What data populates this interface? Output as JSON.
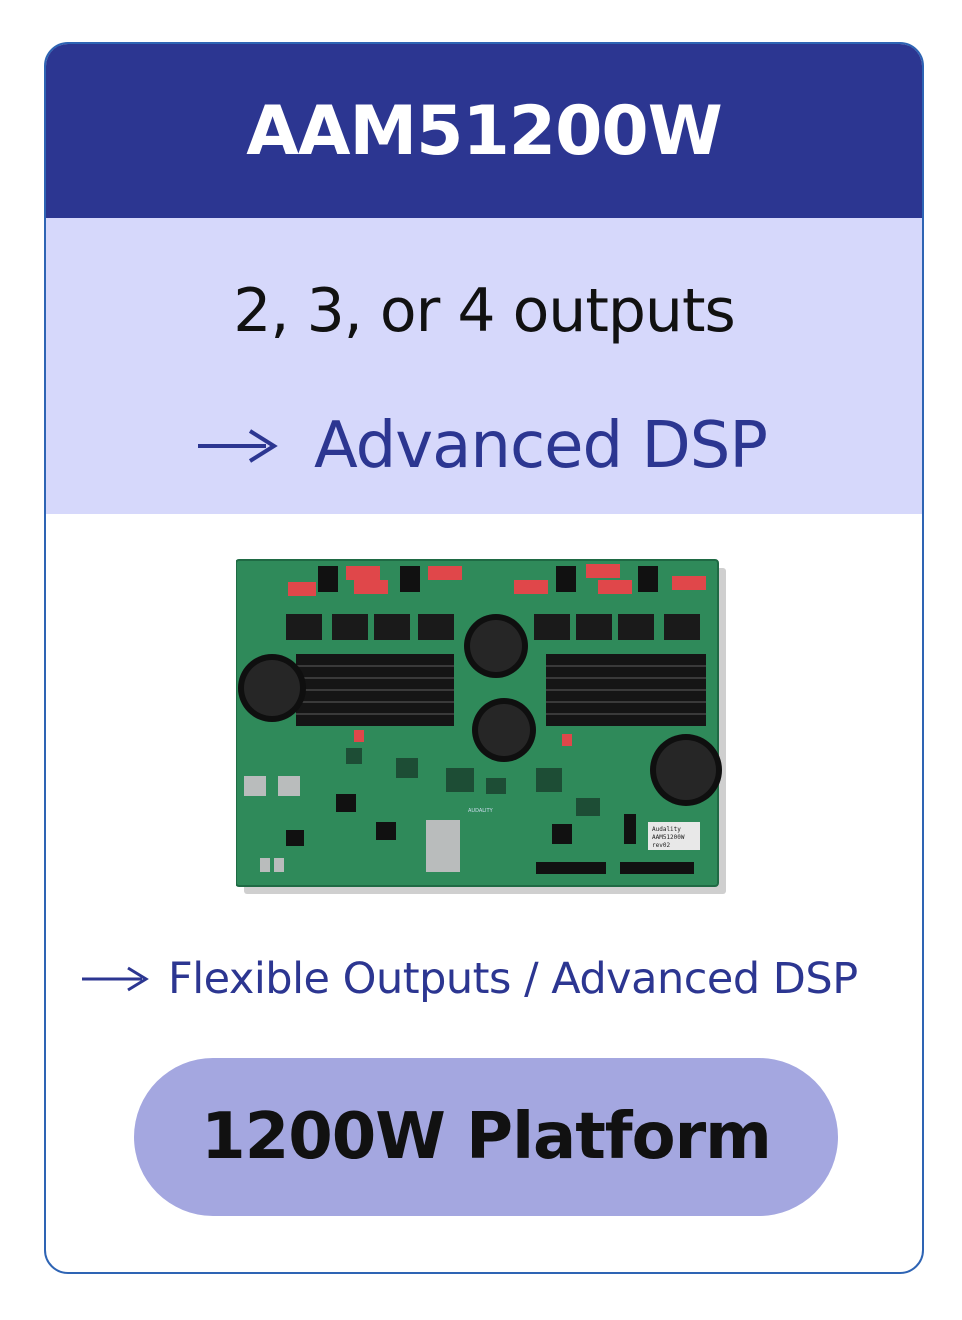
{
  "header": {
    "title": "AAM51200W"
  },
  "band": {
    "outputs": "2, 3, or 4 outputs",
    "dsp_label": "Advanced DSP",
    "arrow_icon": "right-arrow-icon"
  },
  "board": {
    "label_line1": "Audality",
    "label_line2": "AAM51200W",
    "label_line3": "rev02",
    "brand_mark": "AUDALITY"
  },
  "feature": {
    "text": "Flexible Outputs / Advanced DSP",
    "arrow_icon": "right-arrow-icon"
  },
  "pill": {
    "text": "1200W Platform"
  },
  "colors": {
    "header_bg": "#2c3691",
    "band_bg": "#d6d8fb",
    "accent_text": "#2c3691",
    "pill_bg": "#a4a7e0",
    "border": "#2e64b4",
    "pcb_green": "#2f8a5a"
  }
}
